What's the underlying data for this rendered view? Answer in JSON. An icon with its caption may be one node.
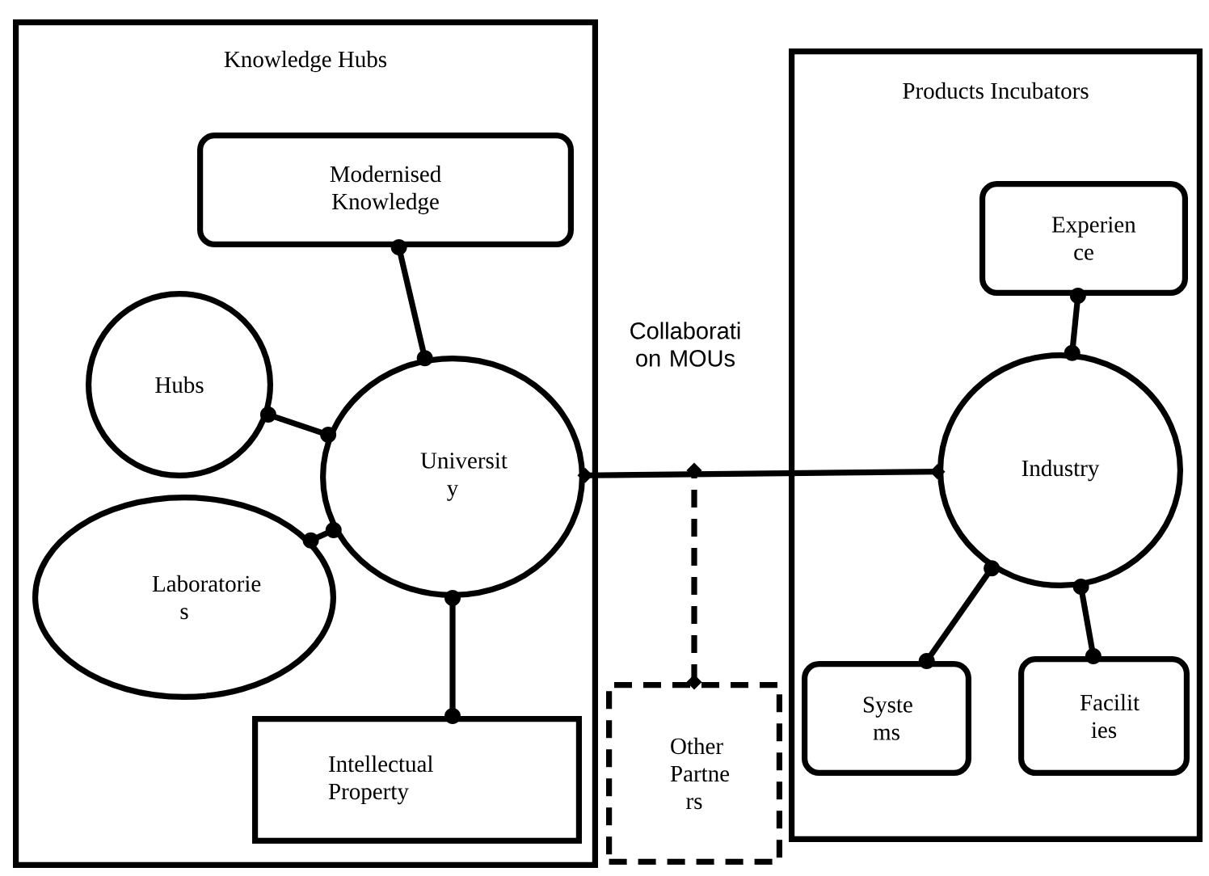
{
  "diagram": {
    "nodes": [
      {
        "text": [
          "Knowledge Hubs"
        ]
      },
      {
        "text": [
          "Modernised Knowledge"
        ],
        "in": 0
      },
      {
        "text": [
          "Hubs"
        ],
        "in": 0
      },
      {
        "text": [
          "Universit y"
        ],
        "in": 0
      },
      {
        "text": [
          "Laboratorie s"
        ],
        "in": 0
      },
      {
        "text": [
          "Intellectual Property"
        ],
        "in": 0
      },
      {
        "text": [
          "Products Incubators"
        ]
      },
      {
        "text": [
          "Experien ce"
        ],
        "in": 6
      },
      {
        "text": [
          "Industry"
        ],
        "in": 6
      },
      {
        "text": [
          "Syste ms"
        ],
        "in": 6
      },
      {
        "text": [
          "Facilit ies"
        ],
        "in": 6
      },
      {
        "text": [
          "Other Partne rs"
        ]
      }
    ],
    "edges": [
      {
        "from": 1,
        "to": 3,
        "arrow": "other"
      },
      {
        "from": 2,
        "to": 3,
        "arrow": "other"
      },
      {
        "from": 4,
        "to": 3,
        "arrow": "other"
      },
      {
        "from": 5,
        "to": 3,
        "arrow": "other"
      },
      {
        "from": 3,
        "to": 8,
        "arrow": "other",
        "label": "Collaborati on MOUs"
      },
      {
        "from": 11,
        "to": null,
        "arrow": "other",
        "style": "dashed"
      },
      {
        "from": 7,
        "to": 8,
        "arrow": "other"
      },
      {
        "from": 9,
        "to": 8,
        "arrow": "other"
      },
      {
        "from": 10,
        "to": 8,
        "arrow": "other"
      }
    ]
  }
}
